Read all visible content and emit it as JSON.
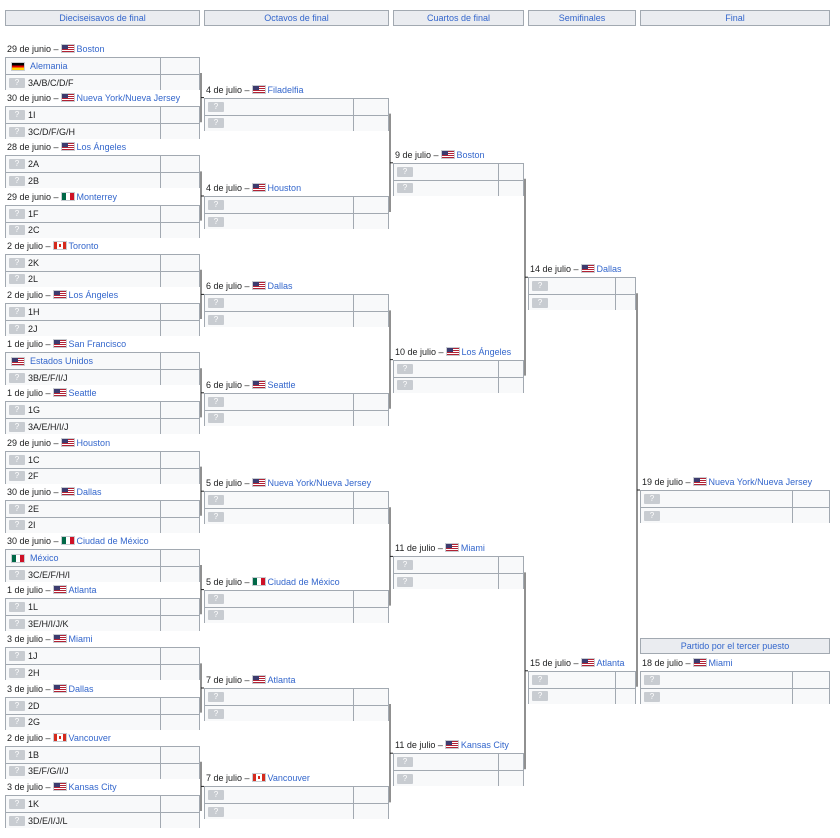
{
  "rounds": {
    "r32": "Dieciseisavos de final",
    "r16": "Octavos de final",
    "qf": "Cuartos de final",
    "sf": "Semifinales",
    "final": "Final"
  },
  "third_place": {
    "title": "Partido por el tercer puesto",
    "date": "18 de julio –",
    "flag": "us",
    "venue": "Miami",
    "teams": [
      "?",
      "?"
    ]
  },
  "placeholder_glyph": "?",
  "flags_icons": {
    "us": "us-flag-icon",
    "mx": "mx-flag-icon",
    "ca": "ca-flag-icon",
    "de": "de-flag-icon"
  },
  "r32_matches": [
    {
      "date": "29 de junio –",
      "flag": "us",
      "venue": "Boston",
      "teams": [
        {
          "flag": "de",
          "name": "Alemania",
          "link": true
        },
        {
          "name": "3A/B/C/D/F"
        }
      ]
    },
    {
      "date": "30 de junio –",
      "flag": "us",
      "venue": "Nueva York/Nueva Jersey",
      "teams": [
        {
          "name": "1I"
        },
        {
          "name": "3C/D/F/G/H"
        }
      ]
    },
    {
      "date": "28 de junio –",
      "flag": "us",
      "venue": "Los Ángeles",
      "teams": [
        {
          "name": "2A"
        },
        {
          "name": "2B"
        }
      ]
    },
    {
      "date": "29 de junio –",
      "flag": "mx",
      "venue": "Monterrey",
      "teams": [
        {
          "name": "1F"
        },
        {
          "name": "2C"
        }
      ]
    },
    {
      "date": "2 de julio –",
      "flag": "ca",
      "venue": "Toronto",
      "teams": [
        {
          "name": "2K"
        },
        {
          "name": "2L"
        }
      ]
    },
    {
      "date": "2 de julio –",
      "flag": "us",
      "venue": "Los Ángeles",
      "teams": [
        {
          "name": "1H"
        },
        {
          "name": "2J"
        }
      ]
    },
    {
      "date": "1 de julio –",
      "flag": "us",
      "venue": "San Francisco",
      "teams": [
        {
          "flag": "us",
          "name": "Estados Unidos",
          "link": true
        },
        {
          "name": "3B/E/F/I/J"
        }
      ]
    },
    {
      "date": "1 de julio –",
      "flag": "us",
      "venue": "Seattle",
      "teams": [
        {
          "name": "1G"
        },
        {
          "name": "3A/E/H/I/J"
        }
      ]
    },
    {
      "date": "29 de junio –",
      "flag": "us",
      "venue": "Houston",
      "teams": [
        {
          "name": "1C"
        },
        {
          "name": "2F"
        }
      ]
    },
    {
      "date": "30 de junio –",
      "flag": "us",
      "venue": "Dallas",
      "teams": [
        {
          "name": "2E"
        },
        {
          "name": "2I"
        }
      ]
    },
    {
      "date": "30 de junio –",
      "flag": "mx",
      "venue": "Ciudad de México",
      "teams": [
        {
          "flag": "mx",
          "name": "México",
          "link": true
        },
        {
          "name": "3C/E/F/H/I"
        }
      ]
    },
    {
      "date": "1 de julio –",
      "flag": "us",
      "venue": "Atlanta",
      "teams": [
        {
          "name": "1L"
        },
        {
          "name": "3E/H/I/J/K"
        }
      ]
    },
    {
      "date": "3 de julio –",
      "flag": "us",
      "venue": "Miami",
      "teams": [
        {
          "name": "1J"
        },
        {
          "name": "2H"
        }
      ]
    },
    {
      "date": "3 de julio –",
      "flag": "us",
      "venue": "Dallas",
      "teams": [
        {
          "name": "2D"
        },
        {
          "name": "2G"
        }
      ]
    },
    {
      "date": "2 de julio –",
      "flag": "ca",
      "venue": "Vancouver",
      "teams": [
        {
          "name": "1B"
        },
        {
          "name": "3E/F/G/I/J"
        }
      ]
    },
    {
      "date": "3 de julio –",
      "flag": "us",
      "venue": "Kansas City",
      "teams": [
        {
          "name": "1K"
        },
        {
          "name": "3D/E/I/J/L"
        }
      ]
    }
  ],
  "r16_matches": [
    {
      "date": "4 de julio –",
      "flag": "us",
      "venue": "Filadelfia"
    },
    {
      "date": "4 de julio –",
      "flag": "us",
      "venue": "Houston"
    },
    {
      "date": "6 de julio –",
      "flag": "us",
      "venue": "Dallas"
    },
    {
      "date": "6 de julio –",
      "flag": "us",
      "venue": "Seattle"
    },
    {
      "date": "5 de julio –",
      "flag": "us",
      "venue": "Nueva York/Nueva Jersey"
    },
    {
      "date": "5 de julio –",
      "flag": "mx",
      "venue": "Ciudad de México"
    },
    {
      "date": "7 de julio –",
      "flag": "us",
      "venue": "Atlanta"
    },
    {
      "date": "7 de julio –",
      "flag": "ca",
      "venue": "Vancouver"
    }
  ],
  "qf_matches": [
    {
      "date": "9 de julio –",
      "flag": "us",
      "venue": "Boston"
    },
    {
      "date": "10 de julio –",
      "flag": "us",
      "venue": "Los Ángeles"
    },
    {
      "date": "11 de julio –",
      "flag": "us",
      "venue": "Miami"
    },
    {
      "date": "11 de julio –",
      "flag": "us",
      "venue": "Kansas City"
    }
  ],
  "sf_matches": [
    {
      "date": "14 de julio –",
      "flag": "us",
      "venue": "Dallas"
    },
    {
      "date": "15 de julio –",
      "flag": "us",
      "venue": "Atlanta"
    }
  ],
  "final_match": {
    "date": "19 de julio –",
    "flag": "us",
    "venue": "Nueva York/Nueva Jersey"
  }
}
